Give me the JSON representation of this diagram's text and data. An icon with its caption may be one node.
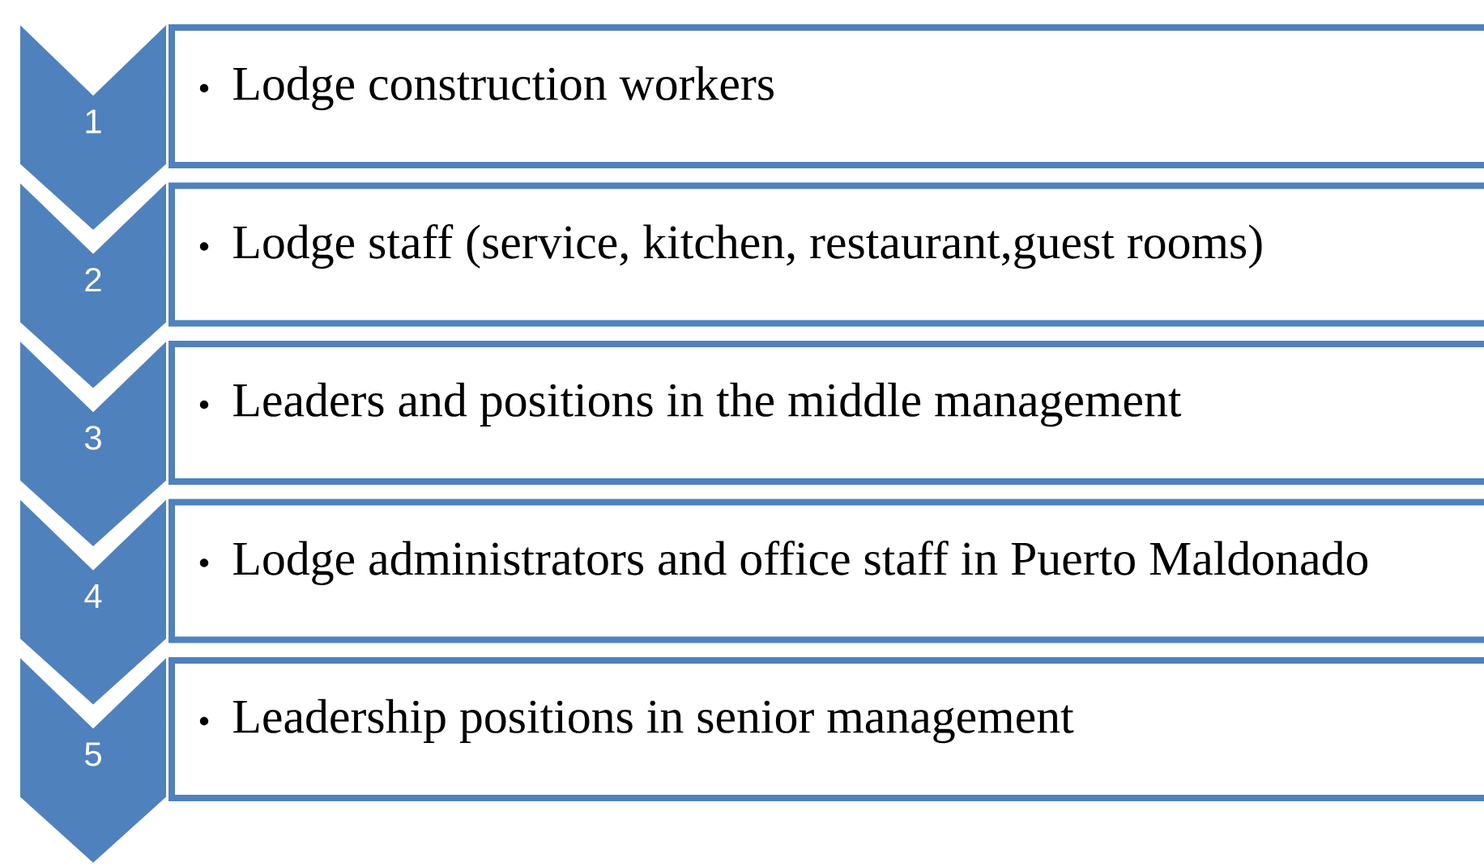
{
  "diagram": {
    "nodes": [
      {
        "text": [
          "1"
        ]
      },
      {
        "text": [
          "Lodge construction workers"
        ]
      },
      {
        "text": [
          "2"
        ]
      },
      {
        "text": [
          "Lodge staff  (service, kitchen, restaurant,guest rooms)"
        ]
      },
      {
        "text": [
          "3"
        ]
      },
      {
        "text": [
          "Leaders and positions in the middle management"
        ]
      },
      {
        "text": [
          "4"
        ]
      },
      {
        "text": [
          "Lodge administrators and office staff in Puerto Maldonado"
        ]
      },
      {
        "text": [
          "5"
        ]
      },
      {
        "text": [
          "Leadership positions in senior management"
        ]
      }
    ]
  }
}
